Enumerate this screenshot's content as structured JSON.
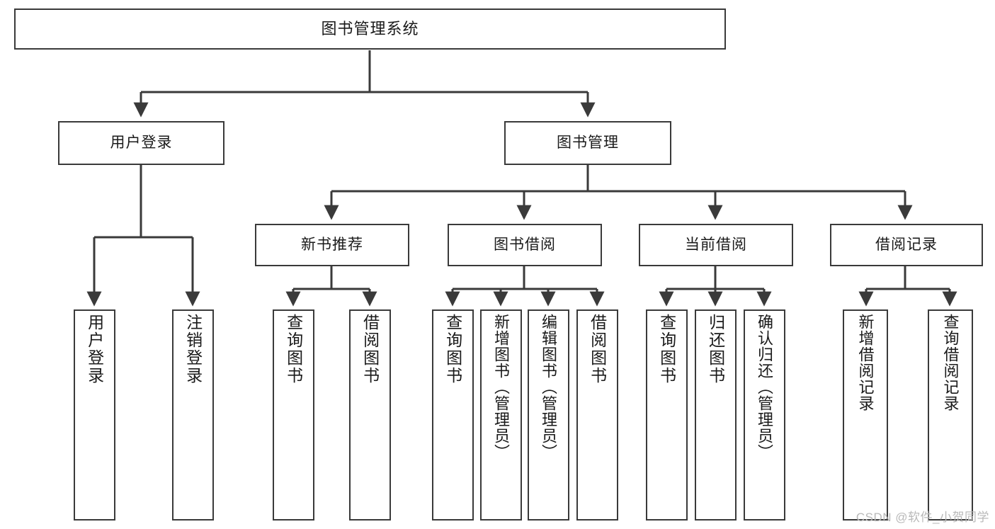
{
  "diagram": {
    "type": "tree-hierarchy-chart",
    "title": "图书管理系统",
    "watermark": "CSDN @软件_小贺同学",
    "colors": {
      "stroke": "#3a3a3a",
      "fill": "#ffffff",
      "text": "#1a1a1a",
      "watermark": "#b9b9b9"
    },
    "nodes": {
      "root": {
        "label": "图书管理系统"
      },
      "level2": [
        {
          "label": "用户登录"
        },
        {
          "label": "图书管理"
        }
      ],
      "level3": [
        {
          "label": "新书推荐"
        },
        {
          "label": "图书借阅"
        },
        {
          "label": "当前借阅"
        },
        {
          "label": "借阅记录"
        }
      ],
      "leaves": {
        "user_login": [
          {
            "label": "用户登录"
          },
          {
            "label": "注销登录"
          }
        ],
        "new_book_rec": [
          {
            "label": "查询图书"
          },
          {
            "label": "借阅图书"
          }
        ],
        "book_borrow": [
          {
            "label": "查询图书"
          },
          {
            "label": "新增图书（管理员）"
          },
          {
            "label": "编辑图书（管理员）"
          },
          {
            "label": "借阅图书"
          }
        ],
        "current_borrow": [
          {
            "label": "查询图书"
          },
          {
            "label": "归还图书"
          },
          {
            "label": "确认归还（管理员）"
          }
        ],
        "borrow_record": [
          {
            "label": "新增借阅记录"
          },
          {
            "label": "查询借阅记录"
          }
        ]
      }
    }
  }
}
